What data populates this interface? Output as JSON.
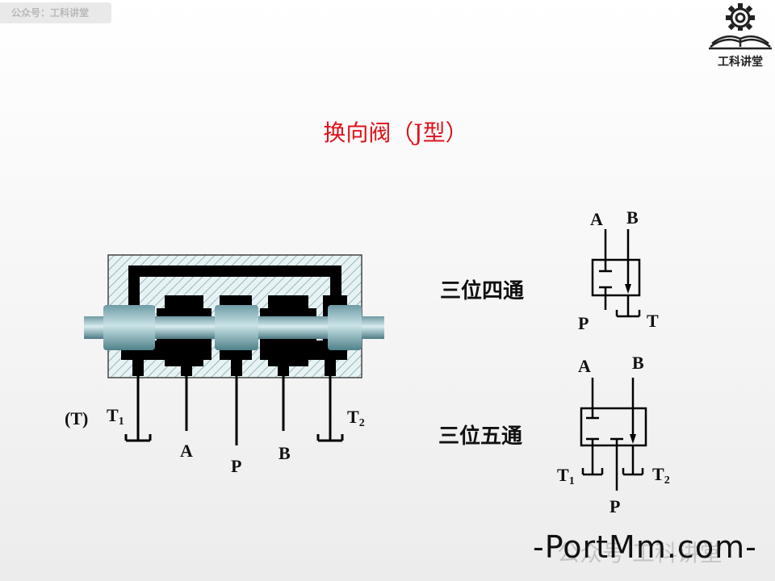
{
  "watermark": {
    "tag": "公众号：工科讲堂",
    "bottom": "-PortMm.com-",
    "bottom_ghost": "公众号 工科讲堂"
  },
  "logo": {
    "text": "工科讲堂",
    "icon": "gear-book-icon"
  },
  "title": "换向阀（J型）",
  "valve_ports": {
    "t_paren": "(T)",
    "t1": "T",
    "t1_sub": "1",
    "t2": "T",
    "t2_sub": "2",
    "a": "A",
    "p": "P",
    "b": "B"
  },
  "symbol_4way": {
    "heading": "三位四通",
    "a": "A",
    "b": "B",
    "p": "P",
    "t": "T"
  },
  "symbol_5way": {
    "heading": "三位五通",
    "a": "A",
    "b": "B",
    "t1": "T",
    "t1_sub": "1",
    "t2": "T",
    "t2_sub": "2",
    "p": "P"
  }
}
